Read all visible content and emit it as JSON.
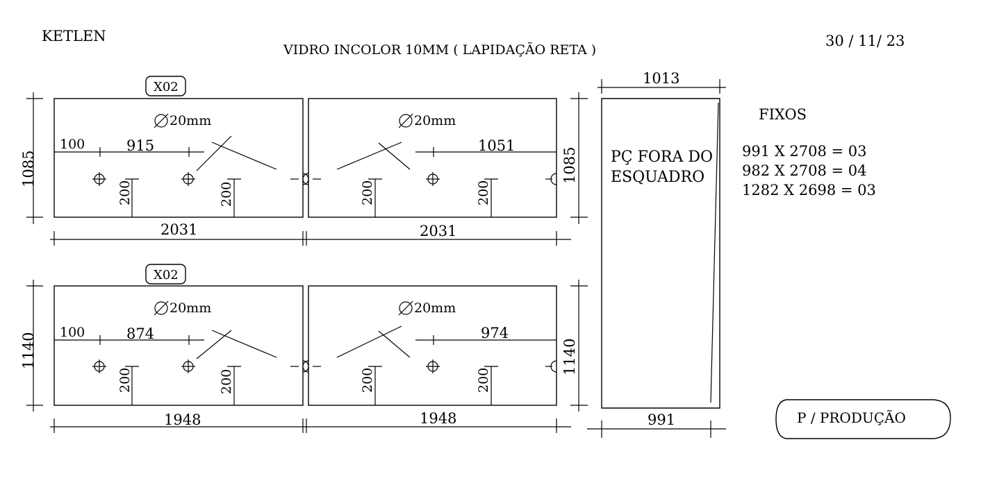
{
  "header": {
    "client": "KETLEN",
    "title": "VIDRO INCOLOR 10MM ( LAPIDAÇÃO RETA )",
    "date": "30 / 11/ 23"
  },
  "units": {
    "hole_diameter": "20mm"
  },
  "row1": {
    "qty_label": "X02",
    "height": "1085",
    "left_panel": {
      "width": "2031",
      "edge_offset": "100",
      "hole_span": "915",
      "drop_a": "200",
      "drop_b": "200"
    },
    "right_panel": {
      "width": "2031",
      "hole_span": "1051",
      "drop_a": "200",
      "drop_b": "200"
    }
  },
  "row2": {
    "qty_label": "X02",
    "height": "1140",
    "left_panel": {
      "width": "1948",
      "edge_offset": "100",
      "hole_span": "874",
      "drop_a": "200",
      "drop_b": "200"
    },
    "right_panel": {
      "width": "1948",
      "hole_span": "974",
      "drop_a": "200",
      "drop_b": "200"
    }
  },
  "tall_piece": {
    "top_width": "1013",
    "bottom_width": "991",
    "note_line1": "PÇ FORA DO",
    "note_line2": "ESQUADRO"
  },
  "fixos": {
    "title": "FIXOS",
    "items": [
      "991 X 2708 = 03",
      "982 X 2708 = 04",
      "1282 X 2698 = 03"
    ]
  },
  "stamp": "P / PRODUÇÃO"
}
